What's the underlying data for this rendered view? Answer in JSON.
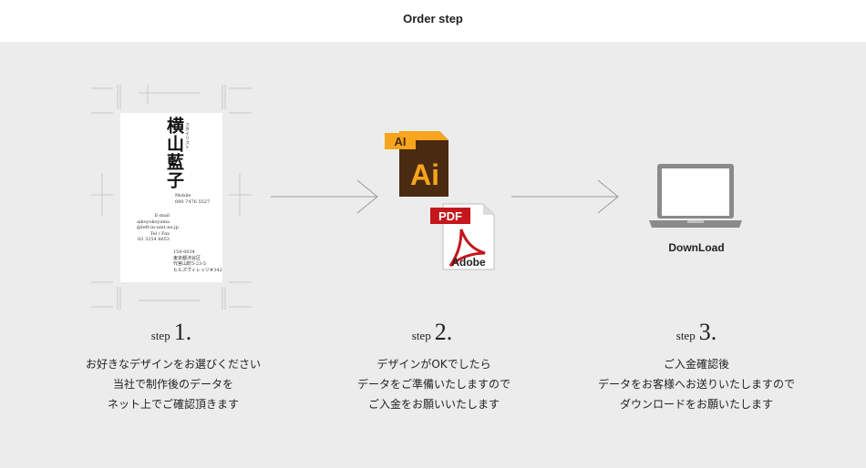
{
  "header": {
    "title": "Order step"
  },
  "card": {
    "name": "横山藍子",
    "kana": "スタイリスト",
    "mobile": "Mobile\n090 7476 5527",
    "email": "E-mail\naikoyokoyama\n@left-in-unit.ne.jp\nTel / Fax\n03 3254 8653",
    "address": "150-0034\n東京都渋谷区\n代官山町5-23-5\nヒルズヴィレッジ#342"
  },
  "icons": {
    "ai_badge": "AI",
    "ai_letters": "Ai",
    "pdf_badge": "PDF",
    "adobe_label": "Adobe",
    "download_label": "DownLoad"
  },
  "steps": [
    {
      "word": "step",
      "number": "1.",
      "description": "お好きなデザインをお選びください\n当社で制作後のデータを\nネット上でご確認頂きます"
    },
    {
      "word": "step",
      "number": "2.",
      "description": "デザインがOKでしたら\nデータをご準備いたしますので\nご入金をお願いいたします"
    },
    {
      "word": "step",
      "number": "3.",
      "description": "ご入金確認後\nデータをお客様へお送りいたしますので\nダウンロードをお願いたします"
    }
  ],
  "colors": {
    "panel_bg": "#ececec",
    "ai_orange": "#f7a51c",
    "ai_brown": "#4a2b12",
    "pdf_red": "#c4161c",
    "laptop_gray": "#8a8a8a"
  }
}
